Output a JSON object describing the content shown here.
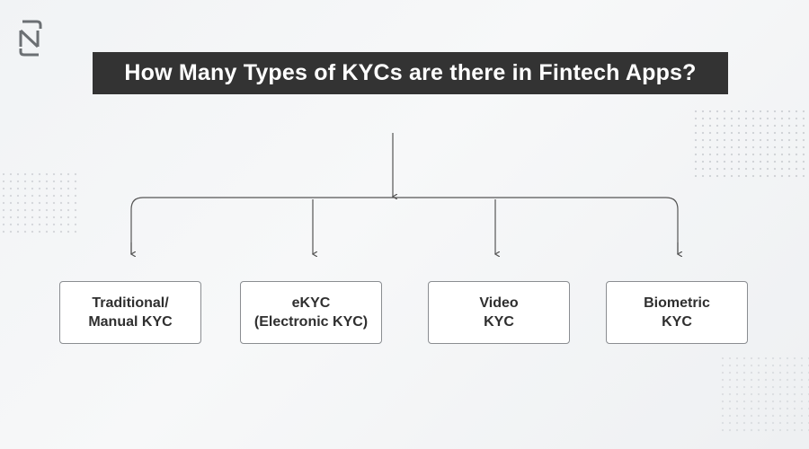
{
  "title": "How Many Types of KYCs are there in Fintech Apps?",
  "logo": {
    "icon": "brand-logo-icon"
  },
  "nodes": [
    {
      "line1": "Traditional/",
      "line2": "Manual KYC"
    },
    {
      "line1": "eKYC",
      "line2": "(Electronic KYC)"
    },
    {
      "line1": "Video",
      "line2": "KYC"
    },
    {
      "line1": "Biometric",
      "line2": "KYC"
    }
  ],
  "colors": {
    "title_bg": "#333333",
    "title_text": "#ffffff",
    "connector": "#555555",
    "node_border": "#8a8d91"
  }
}
